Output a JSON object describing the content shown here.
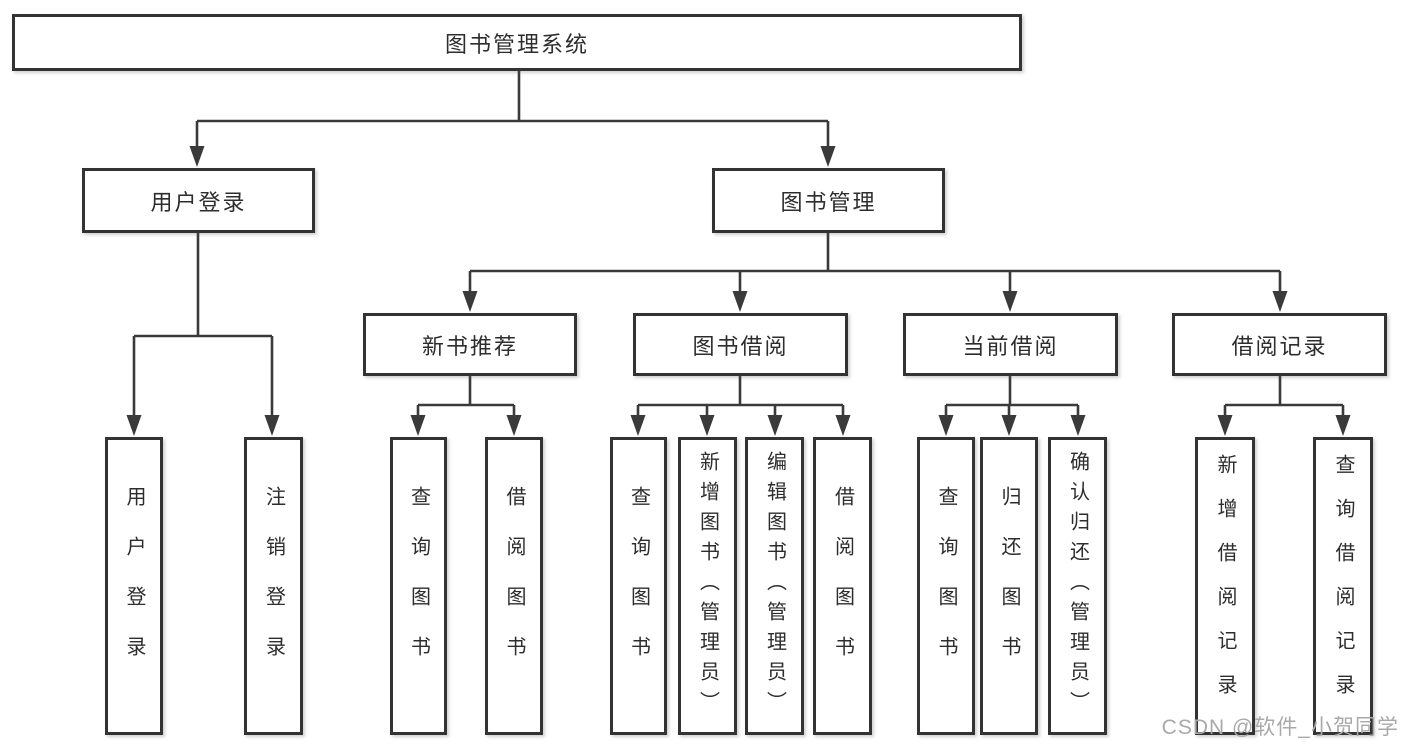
{
  "diagram": {
    "root": {
      "label": "图书管理系统",
      "children": [
        {
          "label": "用户登录",
          "children": [
            {
              "label": "用户登录"
            },
            {
              "label": "注销登录"
            }
          ]
        },
        {
          "label": "图书管理",
          "children": [
            {
              "label": "新书推荐",
              "children": [
                {
                  "label": "查询图书"
                },
                {
                  "label": "借阅图书"
                }
              ]
            },
            {
              "label": "图书借阅",
              "children": [
                {
                  "label": "查询图书"
                },
                {
                  "label": "新增图书（管理员）"
                },
                {
                  "label": "编辑图书（管理员）"
                },
                {
                  "label": "借阅图书"
                }
              ]
            },
            {
              "label": "当前借阅",
              "children": [
                {
                  "label": "查询图书"
                },
                {
                  "label": "归还图书"
                },
                {
                  "label": "确认归还（管理员）"
                }
              ]
            },
            {
              "label": "借阅记录",
              "children": [
                {
                  "label": "新增借阅记录"
                },
                {
                  "label": "查询借阅记录"
                }
              ]
            }
          ]
        }
      ]
    }
  },
  "watermark": {
    "text": "CSDN @软件_小贺同学"
  },
  "colors": {
    "line": "#3a3a3a",
    "border": "#333333",
    "text": "#2d2d2d",
    "watermark": "#a9a9a9",
    "bg": "#ffffff"
  }
}
